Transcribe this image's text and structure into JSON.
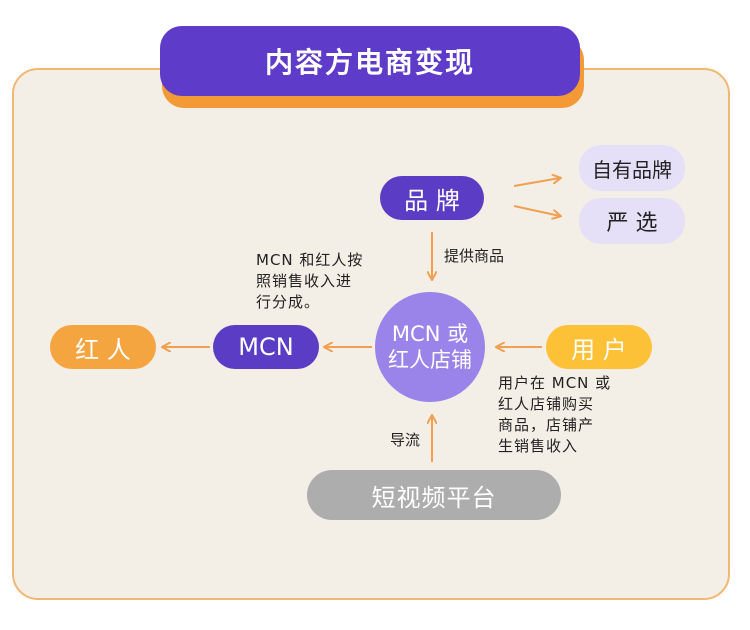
{
  "title": "内容方电商变现",
  "nodes": {
    "brand": "品 牌",
    "own_brand": "自有品牌",
    "yanxuan": "严 选",
    "hub_line1": "MCN 或",
    "hub_line2": "红人店铺",
    "mcn": "MCN",
    "influencer": "红 人",
    "user": "用 户",
    "platform": "短视频平台"
  },
  "labels": {
    "provide_goods": "提供商品",
    "traffic": "导流",
    "mcn_note": [
      "MCN 和红人按",
      "照销售收入进",
      "行分成。"
    ],
    "user_note": [
      "用户在 MCN 或",
      "红人店铺购买",
      "商品，店铺产",
      "生销售收入"
    ]
  },
  "colors": {
    "title_bg": "#5e3bc9",
    "title_shadow": "#f39a37",
    "panel_bg": "#f4efe6",
    "panel_border": "#f0b873",
    "arrow": "#f0a050"
  }
}
